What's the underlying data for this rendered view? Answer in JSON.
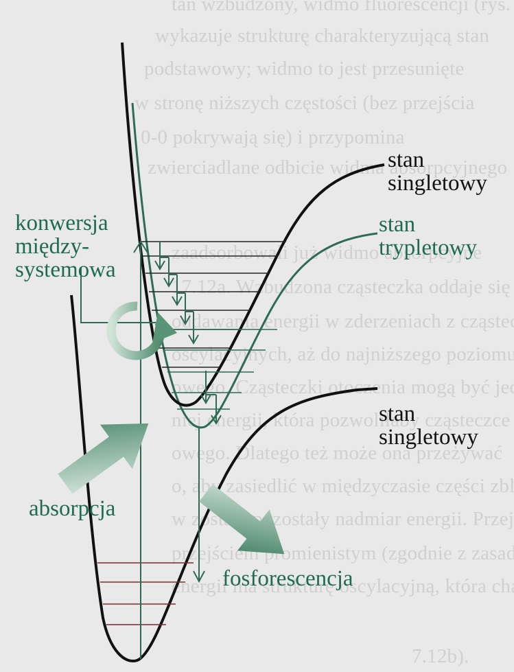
{
  "colors": {
    "background": "#e9e9e9",
    "singlet_curve": "#111111",
    "triplet_curve": "#2e6b53",
    "big_arrow": "#4f8a6c",
    "label_green": "#1f6b52"
  },
  "labels": {
    "excited_singlet": [
      "stan",
      "singletowy"
    ],
    "triplet": [
      "stan",
      "trypletowy"
    ],
    "ground_singlet": [
      "stan",
      "singletowy"
    ],
    "intersystem": [
      "konwersja",
      "między-",
      "systemowa"
    ],
    "absorption": "absorpcja",
    "phosphorescence": "fosforescencja"
  },
  "background_text": [
    "tan wzbudzony, widmo fluorescencji (rys.",
    "wykazuje strukturę charakteryzującą stan",
    "podstawowy; widmo to jest przesunięte",
    "w stronę niższych częstości (bez przejścia",
    "0-0 pokrywają się) i przypomina",
    "zwierciadlane odbicie widma absorpcyjnego",
    "zaadsorbowali już widmo absorpcyjne",
    "17.12a. Wzbudzona cząsteczka oddaje się",
    "oddawania energii w zderzeniach z cząstecz-",
    "oscylacyjnych, aż do najniższego poziomu",
    "owego. Cząsteczki otoczenia mogą być jed-",
    "niej energii, która pozwoliłaby cząsteczce",
    "owego. Dlatego też może ona przeżywać",
    "o, aby zasiedlić w międzyczasie części zbli-",
    "w zostałe pozostały nadmiar energii. Przej-",
    "przejściem promienistym (zgodnie z zasadą",
    "energii ma strukturę oscylacyjną, która cha-",
    "7.12b)."
  ]
}
